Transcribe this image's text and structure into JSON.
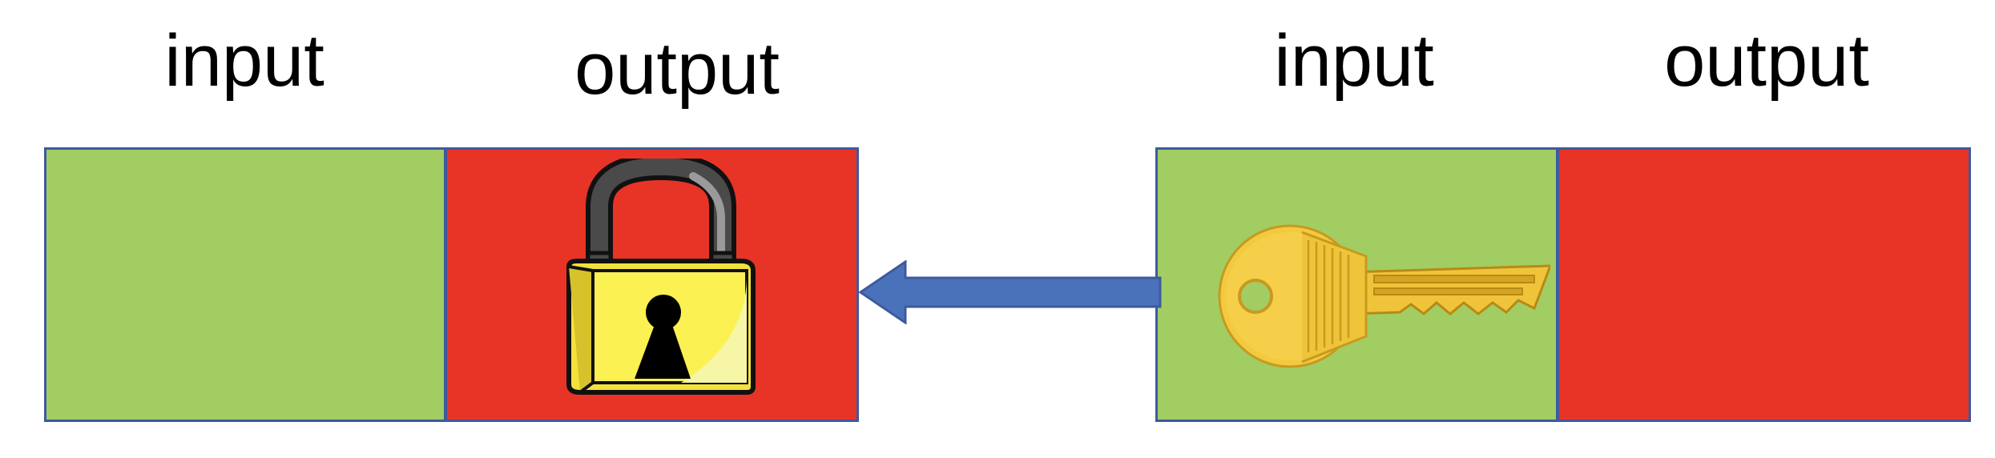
{
  "labels": {
    "left_input": "input",
    "left_output": "output",
    "right_input": "input",
    "right_output": "output"
  },
  "colors": {
    "input_block": "#a2cd63",
    "output_block": "#e83426",
    "arrow": "#4a72bb",
    "block_border": "#3d5a9e"
  },
  "icons": {
    "left_output": "padlock-icon",
    "right_input": "key-icon",
    "connector": "arrow-left-icon"
  }
}
